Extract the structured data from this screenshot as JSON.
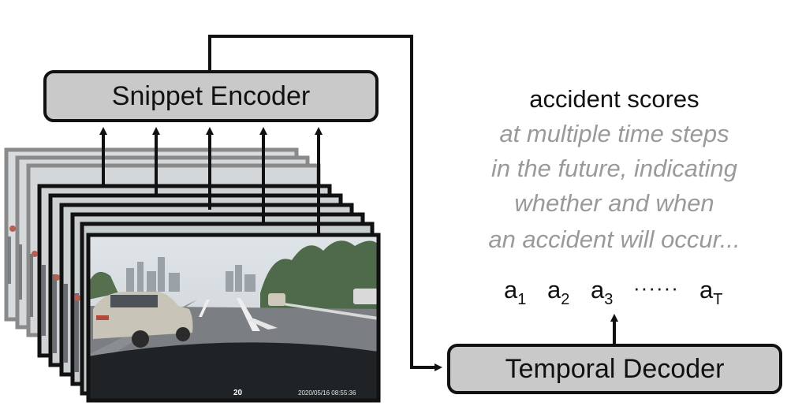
{
  "encoder": {
    "label": "Snippet Encoder"
  },
  "decoder": {
    "label": "Temporal Decoder"
  },
  "output": {
    "title": "accident scores",
    "description_lines": [
      "at multiple time steps",
      "in the future, indicating",
      "whether and when",
      "an accident will occur..."
    ]
  },
  "scores": {
    "letter": "a",
    "items": [
      {
        "sub": "1"
      },
      {
        "sub": "2"
      },
      {
        "sub": "3"
      },
      {
        "sub": "T"
      }
    ],
    "ellipsis": "······"
  },
  "frame": {
    "counter": "20",
    "timestamp": "2020/05/16 08:55:36"
  },
  "colors": {
    "box_fill": "#c9c9c9",
    "stroke": "#111111",
    "description_text": "#9a9a9a"
  }
}
